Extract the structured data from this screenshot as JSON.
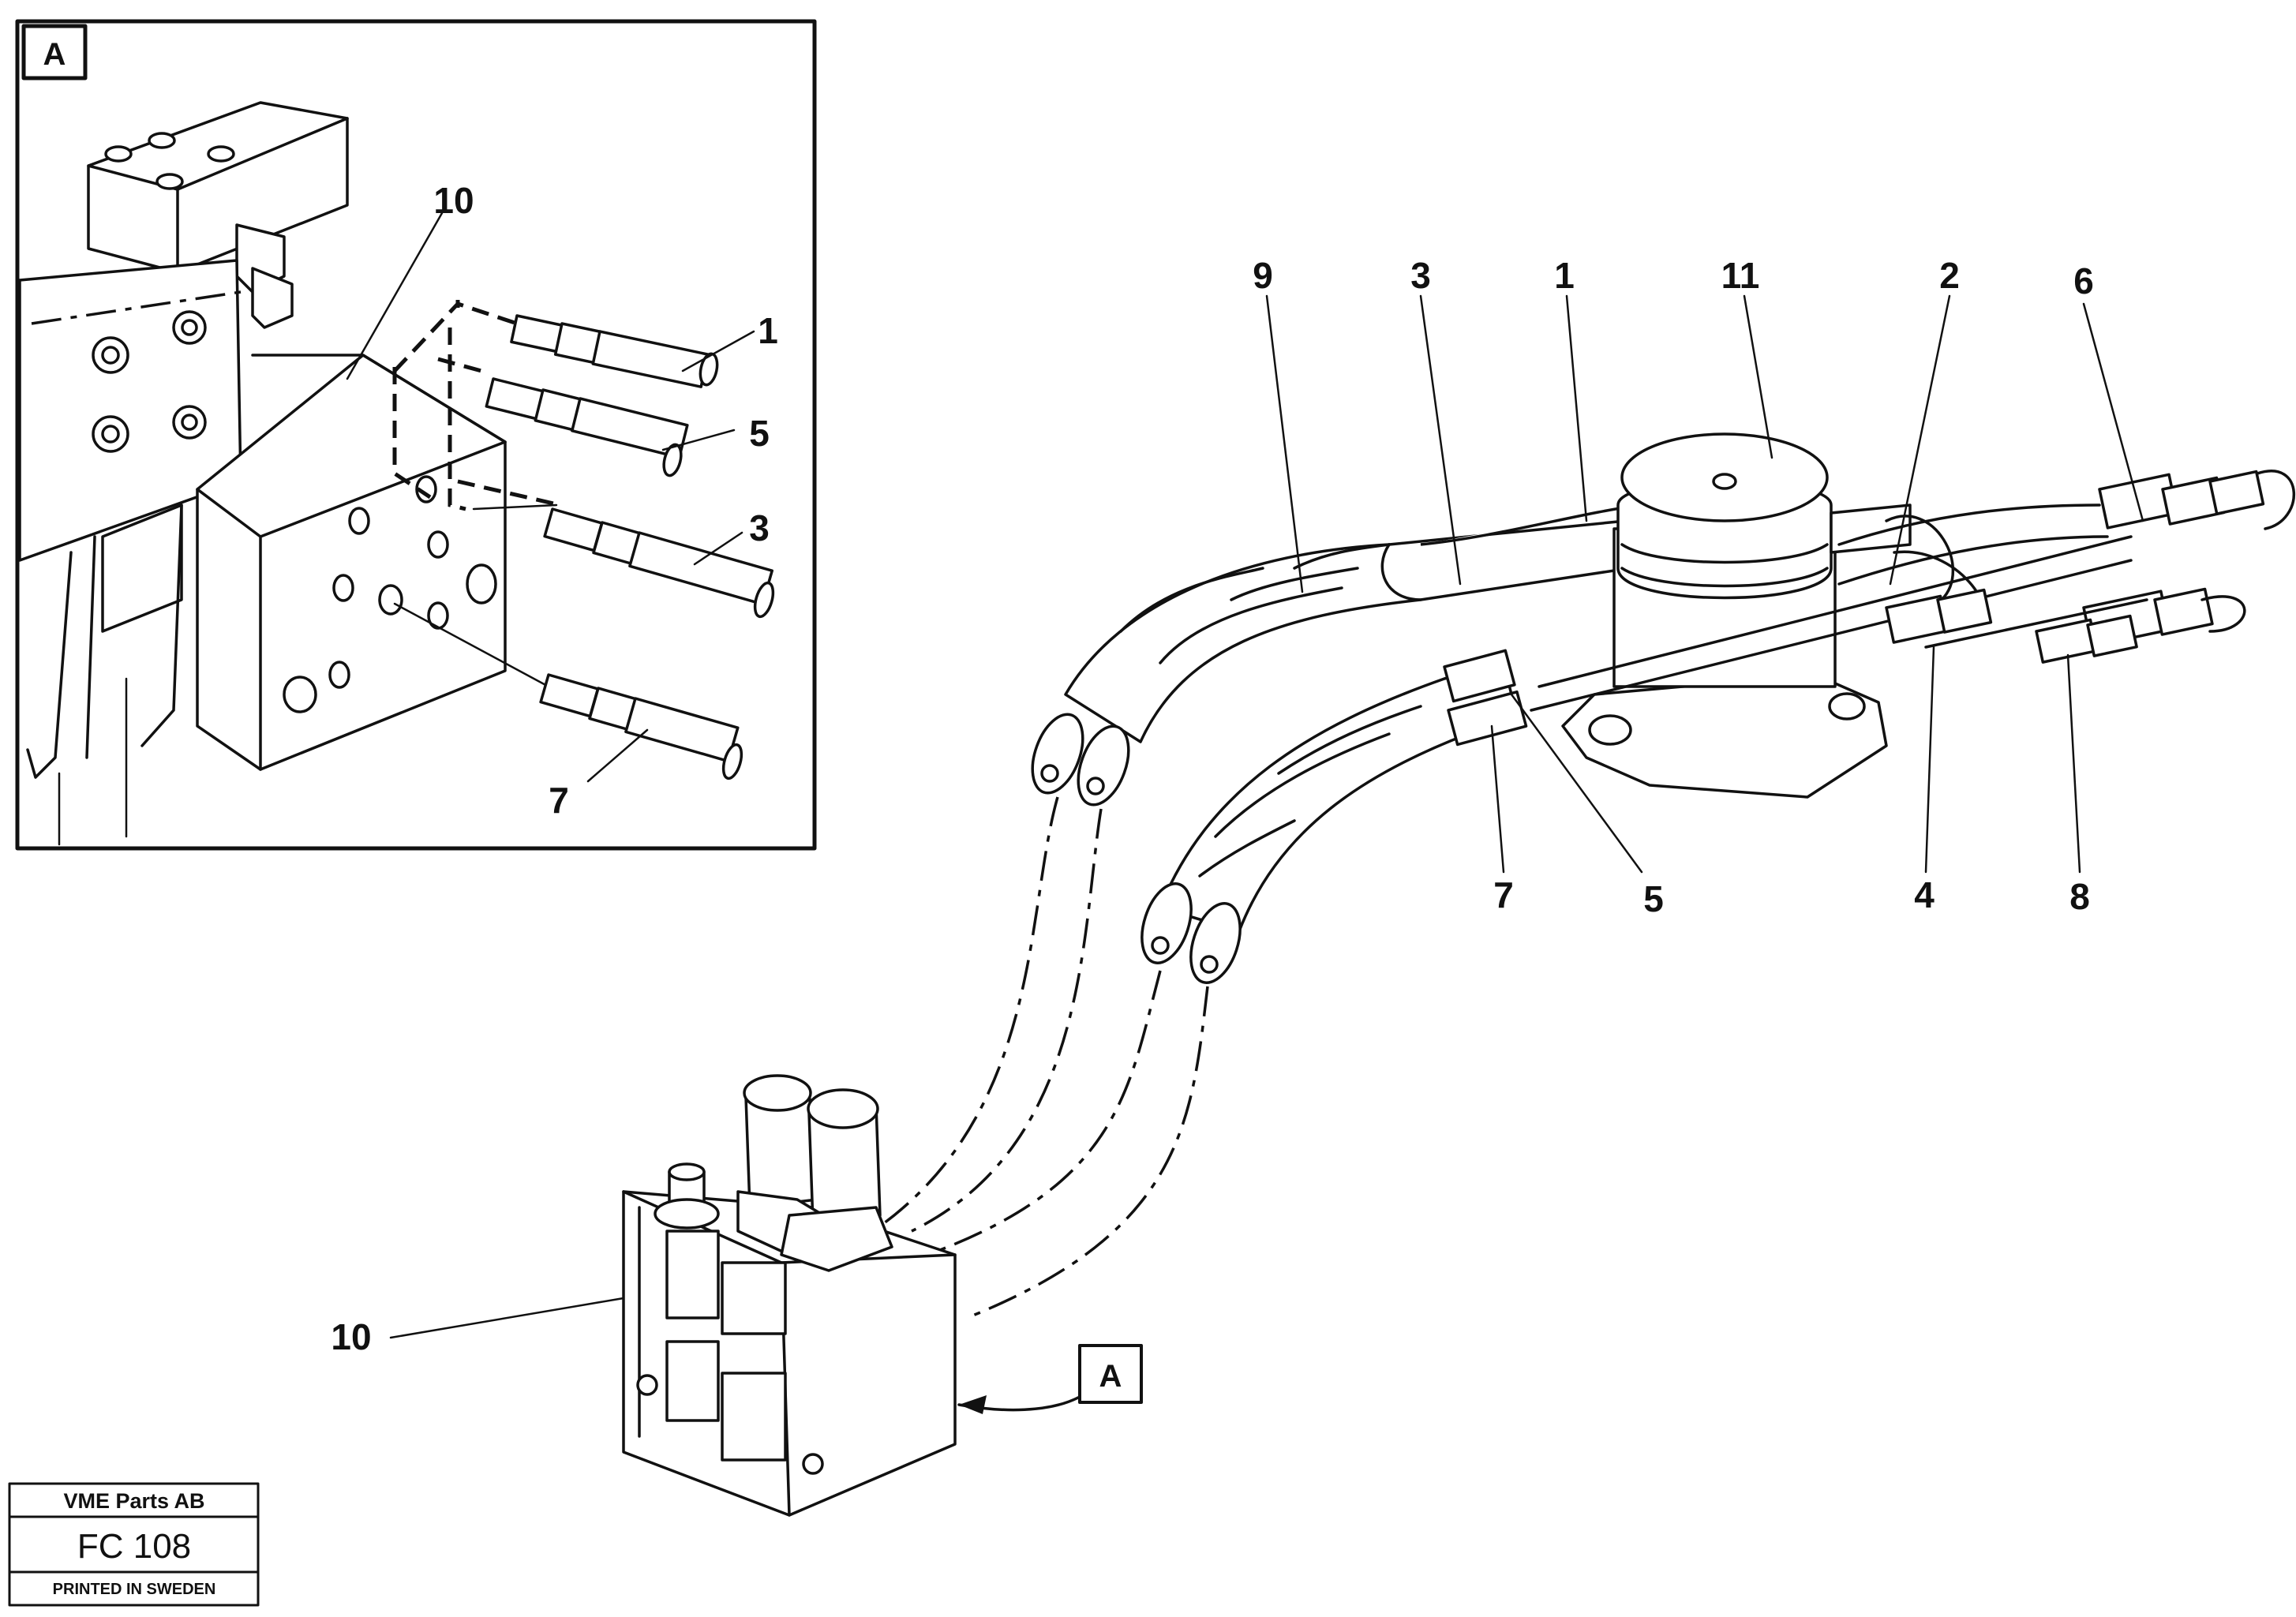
{
  "detail_view": {
    "label": "A",
    "callouts": [
      "10",
      "1",
      "5",
      "3",
      "7"
    ]
  },
  "main_view": {
    "callouts": [
      "9",
      "3",
      "1",
      "11",
      "2",
      "6",
      "7",
      "5",
      "4",
      "8",
      "10"
    ],
    "view_ref_label": "A"
  },
  "title_block": {
    "company": "VME Parts AB",
    "code": "FC 108",
    "footer": "PRINTED IN SWEDEN"
  }
}
